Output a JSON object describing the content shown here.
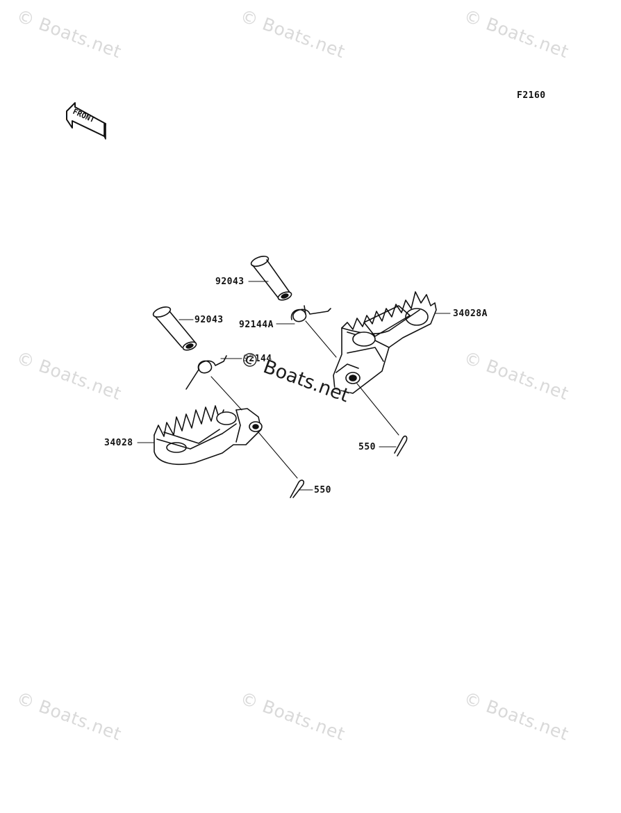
{
  "watermark": "© Boats.net",
  "figure_code": "F2160",
  "front_arrow_text": "FRONT",
  "labels": {
    "pin_upper": "92043",
    "pin_lower": "92043",
    "spring_right": "92144A",
    "spring_left": "92144",
    "footpeg_right": "34028A",
    "footpeg_left": "34028",
    "cotter_right": "550",
    "cotter_left": "550"
  }
}
